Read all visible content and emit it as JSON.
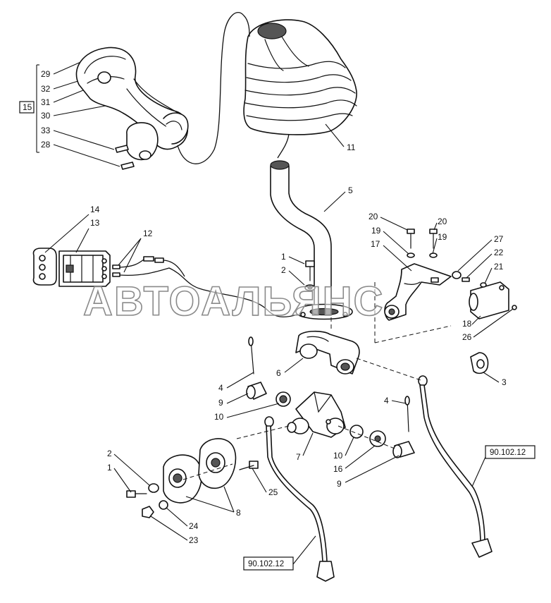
{
  "watermark": "АВТОАЛЬЯНС",
  "group_label": "15",
  "group_items": [
    "29",
    "32",
    "31",
    "30",
    "33",
    "28"
  ],
  "callouts": {
    "c1a": "1",
    "c2a": "2",
    "c1b": "1",
    "c2b": "2",
    "c3": "3",
    "c4a": "4",
    "c4b": "4",
    "c5": "5",
    "c6": "6",
    "c7": "7",
    "c8": "8",
    "c9a": "9",
    "c9b": "9",
    "c10a": "10",
    "c10b": "10",
    "c11": "11",
    "c12": "12",
    "c13": "13",
    "c14": "14",
    "c16": "16",
    "c17": "17",
    "c18": "18",
    "c19a": "19",
    "c19b": "19",
    "c20a": "20",
    "c20b": "20",
    "c21": "21",
    "c22": "22",
    "c23": "23",
    "c24": "24",
    "c25": "25",
    "c26": "26",
    "c27": "27"
  },
  "references": {
    "ref_right": "90.102.12",
    "ref_bottom": "90.102.12"
  }
}
